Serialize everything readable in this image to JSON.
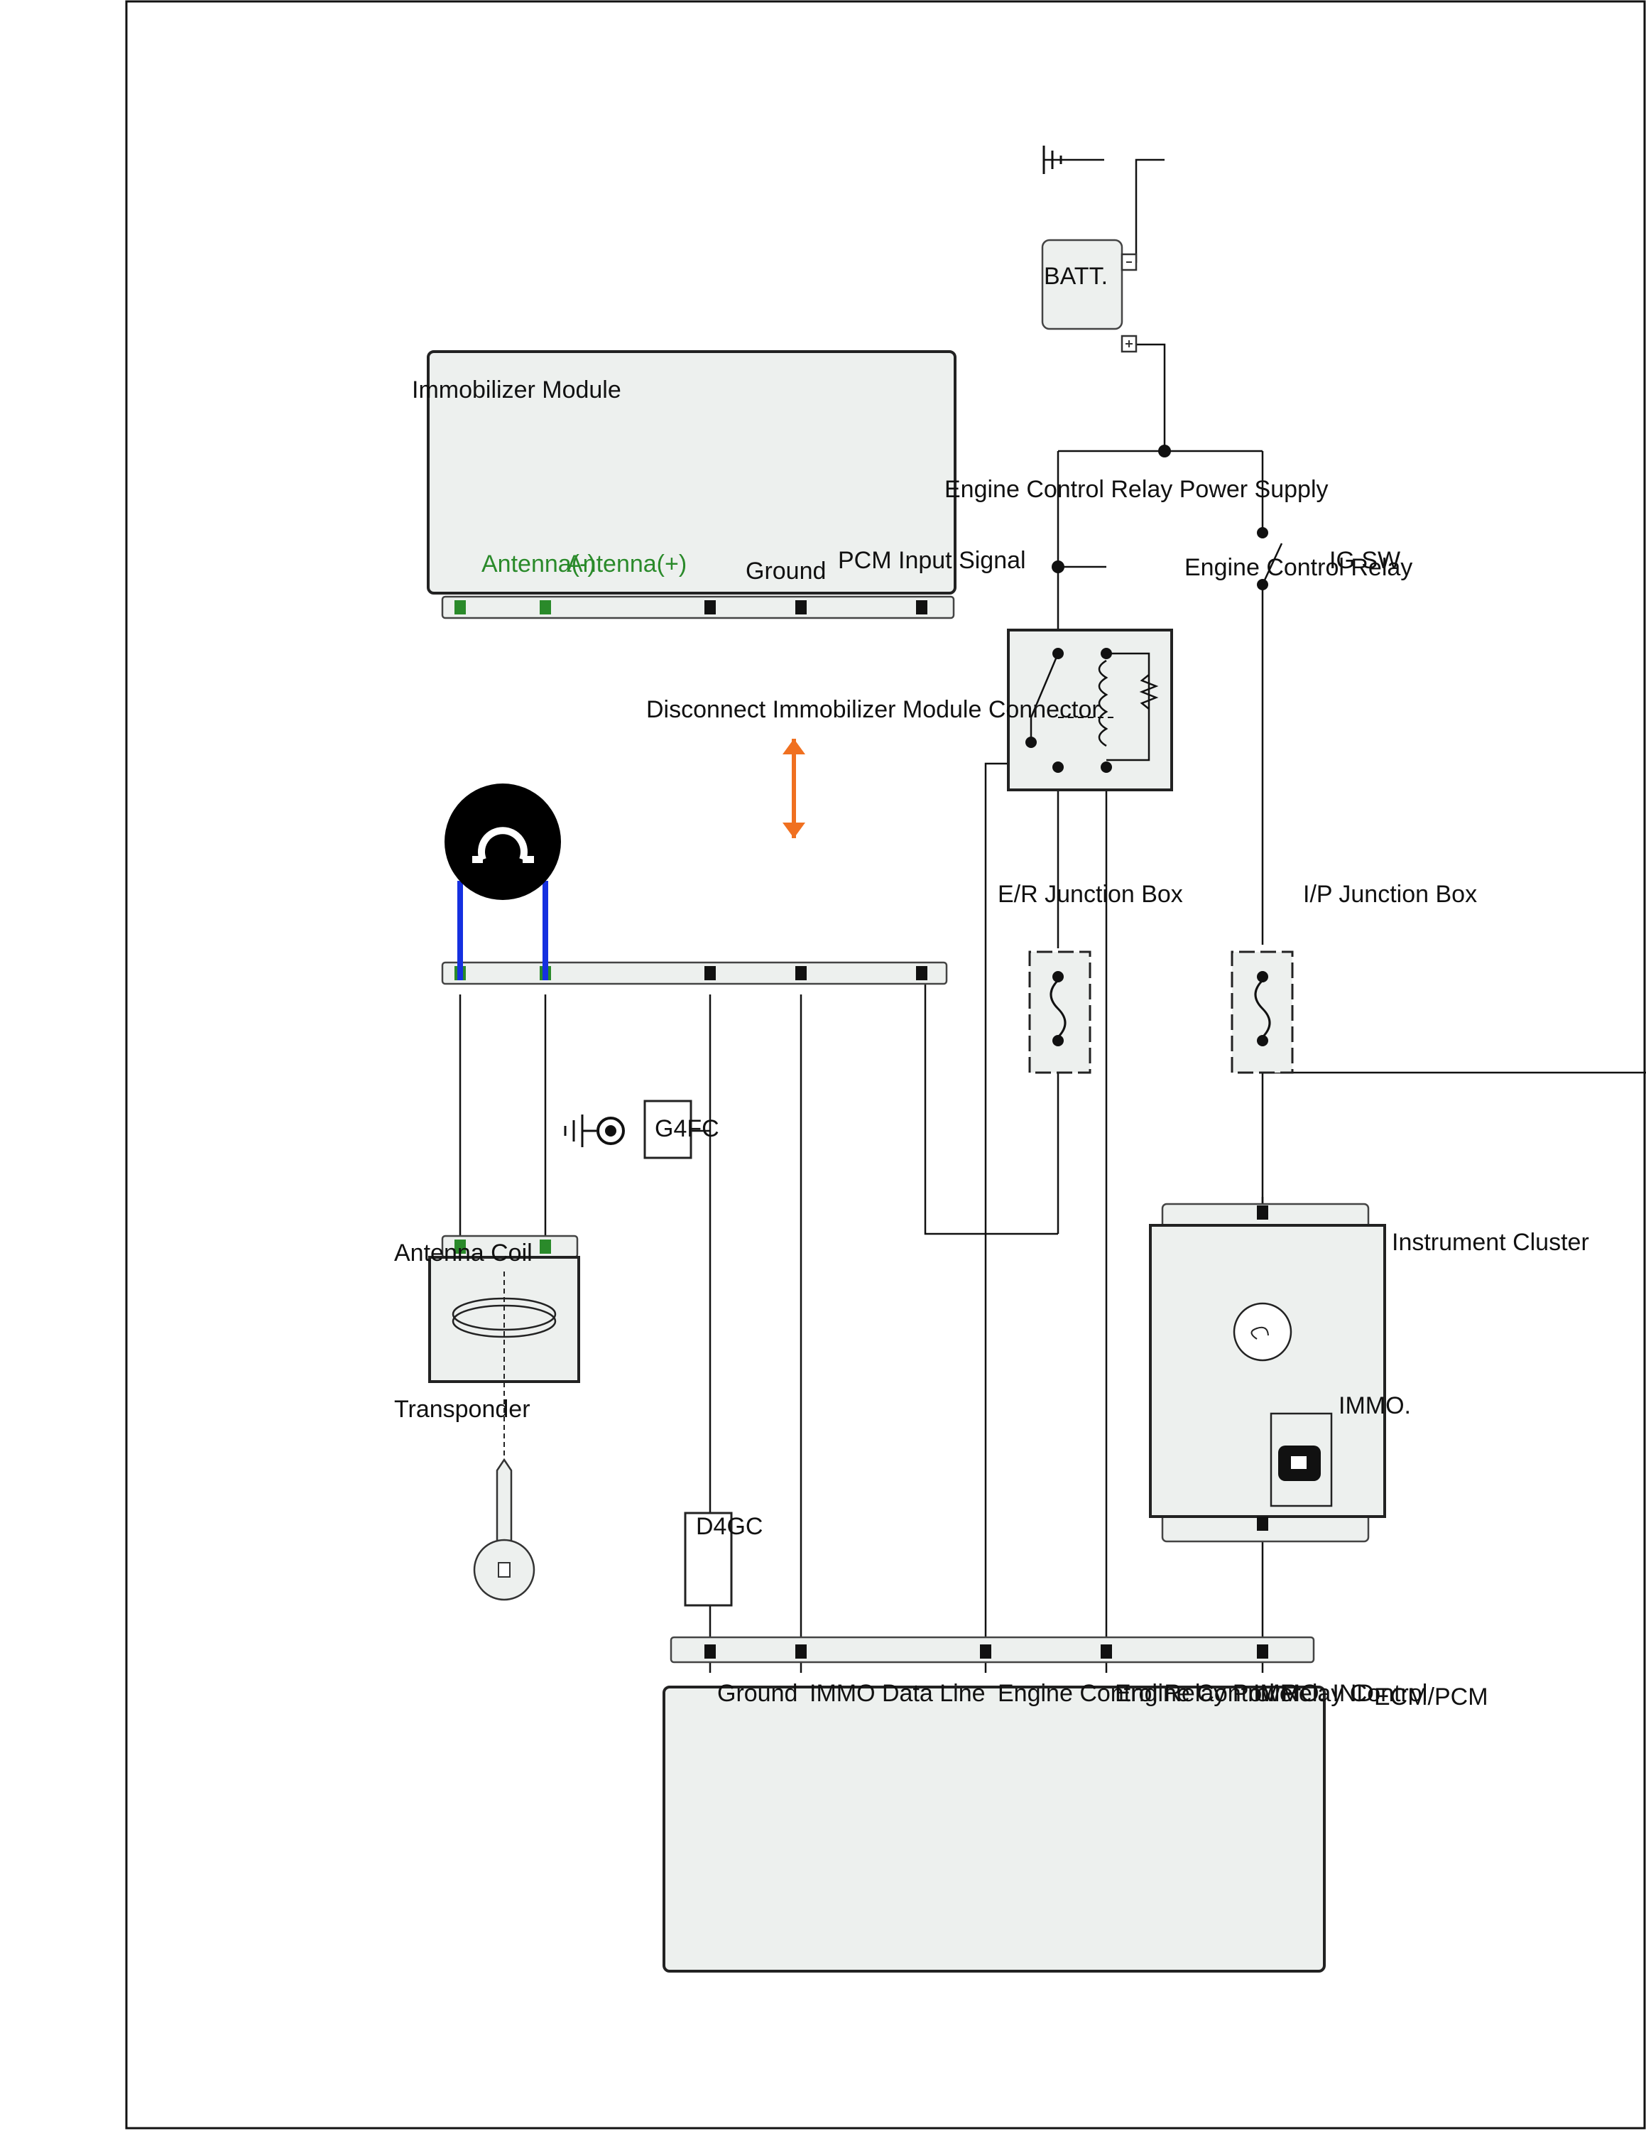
{
  "components": {
    "battery": {
      "label": "BATT.",
      "minus": "-",
      "plus": "+"
    },
    "ig_switch": {
      "label": "IG SW"
    },
    "engine_control_relay": {
      "label": "Engine Control Relay"
    },
    "ip_junction_box": {
      "label": "I/P Junction Box"
    },
    "er_junction_box": {
      "label": "E/R Junction Box"
    },
    "instrument_cluster": {
      "label": "Instrument Cluster",
      "indicator": "IMMO."
    },
    "immobilizer_module": {
      "label": "Immobilizer Module",
      "pins": [
        {
          "label": "Engine Control Relay Power Supply",
          "color": "black"
        },
        {
          "label": "PCM Input Signal",
          "color": "black"
        },
        {
          "label": "Ground",
          "color": "black"
        },
        {
          "label": "Antenna(+)",
          "color": "green"
        },
        {
          "label": "Antenna(-)",
          "color": "green"
        }
      ]
    },
    "disconnect_note": "Disconnect Immobilizer Module Connector",
    "ground_g4fc": "G4FC",
    "ground_d4gc": "D4GC",
    "antenna_coil": {
      "label": "Antenna Coil"
    },
    "transponder": {
      "label": "Transponder"
    },
    "ecm_pcm": {
      "label": "ECM/PCM",
      "pins": [
        "IMMO. IND",
        "Engine Control Relay Control",
        "Engine Control Relay Power",
        "IMMO Data Line",
        "Ground"
      ]
    }
  },
  "colors": {
    "antenna_wire": "#1530e0",
    "accent_arrow": "#f07020",
    "antenna_pin": "#2a8a2a",
    "ohmmeter_bg": "#000000"
  }
}
